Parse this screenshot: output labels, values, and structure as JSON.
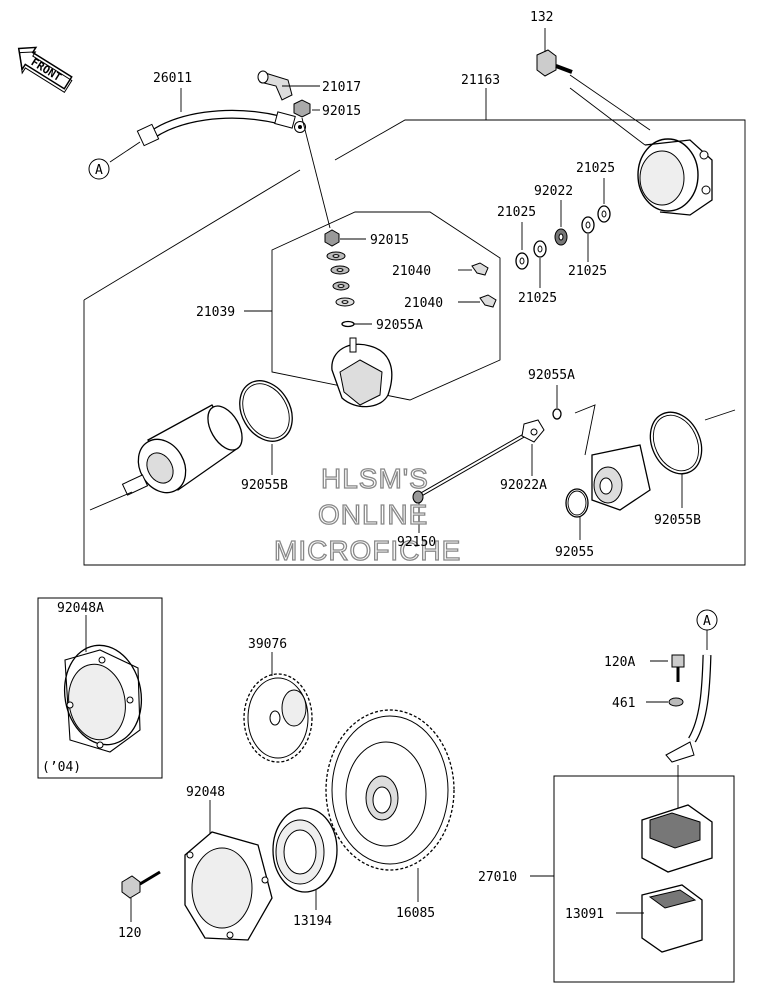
{
  "direction": {
    "front": "FRONT"
  },
  "watermark": {
    "line1": "HLSM'S",
    "line2": "ONLINE",
    "line3": "MICROFICHE"
  },
  "connector": {
    "ref_a": "A"
  },
  "parts": {
    "p132": "132",
    "p26011": "26011",
    "p21017": "21017",
    "p21163": "21163",
    "p92015_top": "92015",
    "p92015_mid": "92015",
    "p21025_a": "21025",
    "p92022": "92022",
    "p21025_b": "21025",
    "p21025_c": "21025",
    "p21025_d": "21025",
    "p21040_a": "21040",
    "p21040_b": "21040",
    "p21039": "21039",
    "p92055A_a": "92055A",
    "p92055A_b": "92055A",
    "p92055B_a": "92055B",
    "p92022A": "92022A",
    "p92150": "92150",
    "p92055B_b": "92055B",
    "p92055": "92055",
    "p92048A": "92048A",
    "p_note_04": "(’04)",
    "p39076": "39076",
    "p120A": "120A",
    "p461": "461",
    "p92048": "92048",
    "p27010": "27010",
    "p13091": "13091",
    "p120": "120",
    "p13194": "13194",
    "p16085": "16085"
  }
}
